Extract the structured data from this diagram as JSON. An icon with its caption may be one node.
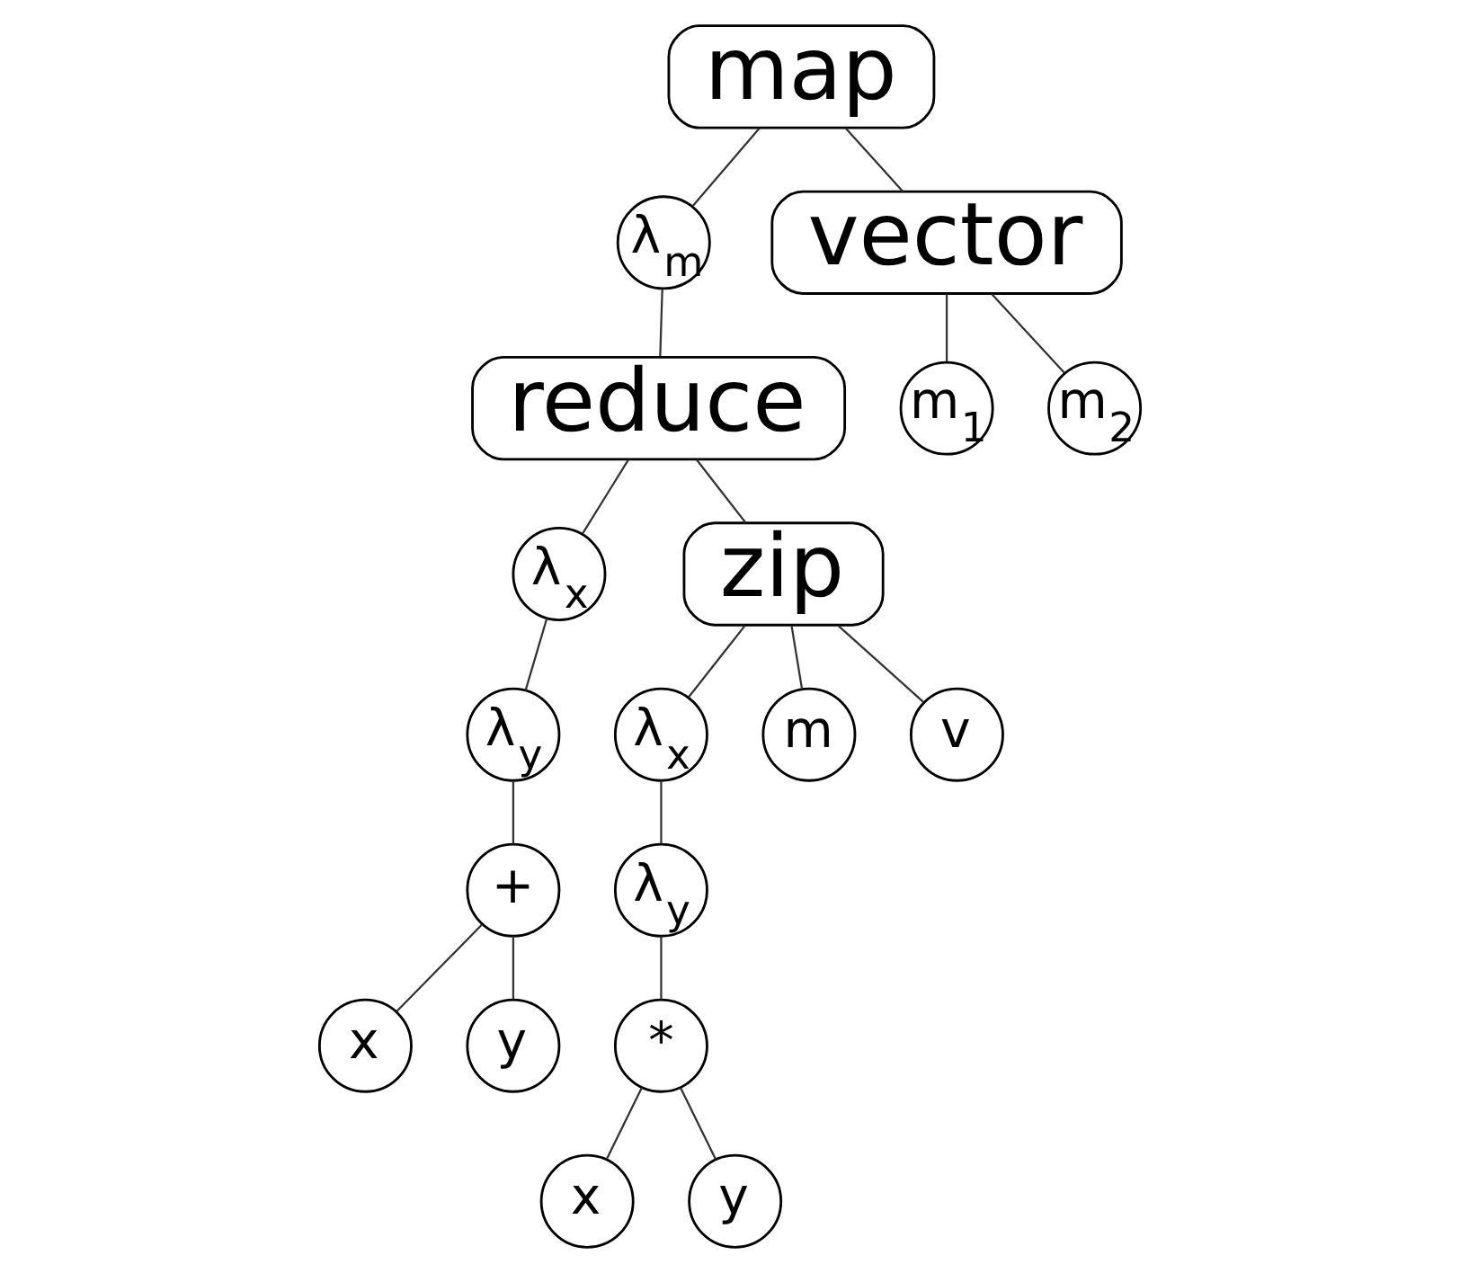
{
  "diagram": {
    "nodes": [
      {
        "text": [
          "map"
        ]
      },
      {
        "text": [
          "λ$_{m}$"
        ]
      },
      {
        "text": [
          "vector"
        ]
      },
      {
        "text": [
          "reduce"
        ]
      },
      {
        "text": [
          "m$_{1}$"
        ]
      },
      {
        "text": [
          "m$_{2}$"
        ]
      },
      {
        "text": [
          "λ$_{x}$"
        ]
      },
      {
        "text": [
          "zip"
        ]
      },
      {
        "text": [
          "λ$_{y}$"
        ]
      },
      {
        "text": [
          "λ$_{x}$"
        ]
      },
      {
        "text": [
          "m"
        ]
      },
      {
        "text": [
          "v"
        ]
      },
      {
        "text": [
          "+"
        ]
      },
      {
        "text": [
          "λ$_{y}$"
        ]
      },
      {
        "text": [
          "x"
        ]
      },
      {
        "text": [
          "y"
        ]
      },
      {
        "text": [
          "*"
        ]
      },
      {
        "text": [
          "x"
        ]
      },
      {
        "text": [
          "y"
        ]
      }
    ],
    "edges": [
      {
        "from": 0,
        "to": 1,
        "arrow": "none"
      },
      {
        "from": 0,
        "to": 2,
        "arrow": "none"
      },
      {
        "from": 1,
        "to": 3,
        "arrow": "none"
      },
      {
        "from": 2,
        "to": 4,
        "arrow": "none"
      },
      {
        "from": 2,
        "to": 5,
        "arrow": "none"
      },
      {
        "from": 3,
        "to": 6,
        "arrow": "none"
      },
      {
        "from": 3,
        "to": 7,
        "arrow": "none"
      },
      {
        "from": 6,
        "to": 8,
        "arrow": "none"
      },
      {
        "from": 7,
        "to": 9,
        "arrow": "none"
      },
      {
        "from": 7,
        "to": 10,
        "arrow": "none"
      },
      {
        "from": 7,
        "to": 11,
        "arrow": "none"
      },
      {
        "from": 8,
        "to": 12,
        "arrow": "none"
      },
      {
        "from": 9,
        "to": 13,
        "arrow": "none"
      },
      {
        "from": 12,
        "to": 14,
        "arrow": "none"
      },
      {
        "from": 12,
        "to": 15,
        "arrow": "none"
      },
      {
        "from": 13,
        "to": 16,
        "arrow": "none"
      },
      {
        "from": 16,
        "to": 17,
        "arrow": "none"
      },
      {
        "from": 16,
        "to": 18,
        "arrow": "none"
      }
    ]
  }
}
